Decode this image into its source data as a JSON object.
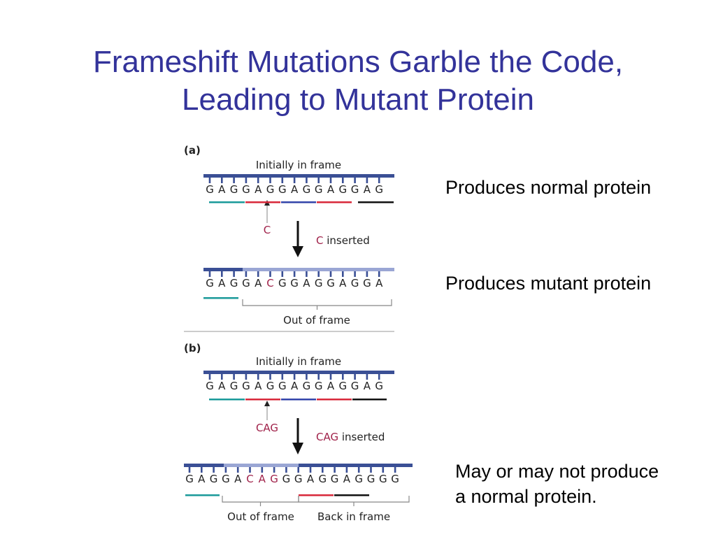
{
  "title": {
    "line1": "Frameshift Mutations Garble the Code,",
    "line2": "Leading to Mutant Protein"
  },
  "notes": {
    "normal": "Produces normal protein",
    "mutant": "Produces mutant protein",
    "maybe_line1": "May or may not produce",
    "maybe_line2": "a normal protein."
  },
  "figure": {
    "colors": {
      "strand_dark": "#3a4f95",
      "strand_light": "#9aa6d4",
      "teal": "#1a9a9a",
      "red": "#d8283a",
      "blue": "#3344aa",
      "black": "#111111",
      "inserted": "#a0224a",
      "label": "#222222"
    },
    "panel_a": {
      "letter": "(a)",
      "top_label": "Initially in frame",
      "seq_top": "GAGGAGGAGGAGGAG",
      "insert_base": "C",
      "insert_note_base": "C",
      "insert_note_rest": " inserted",
      "seq_bottom": "GAGGACGGAGGAGGA",
      "bottom_label": "Out of frame"
    },
    "panel_b": {
      "letter": "(b)",
      "top_label": "Initially in frame",
      "seq_top": "GAGGAGGAGGAGGAG",
      "insert_base": "CAG",
      "insert_note_base": "CAG",
      "insert_note_rest": " inserted",
      "seq_bottom": "GAGGACAGGGAGGAGGGG",
      "bottom_label_left": "Out of frame",
      "bottom_label_right": "Back in frame"
    }
  }
}
